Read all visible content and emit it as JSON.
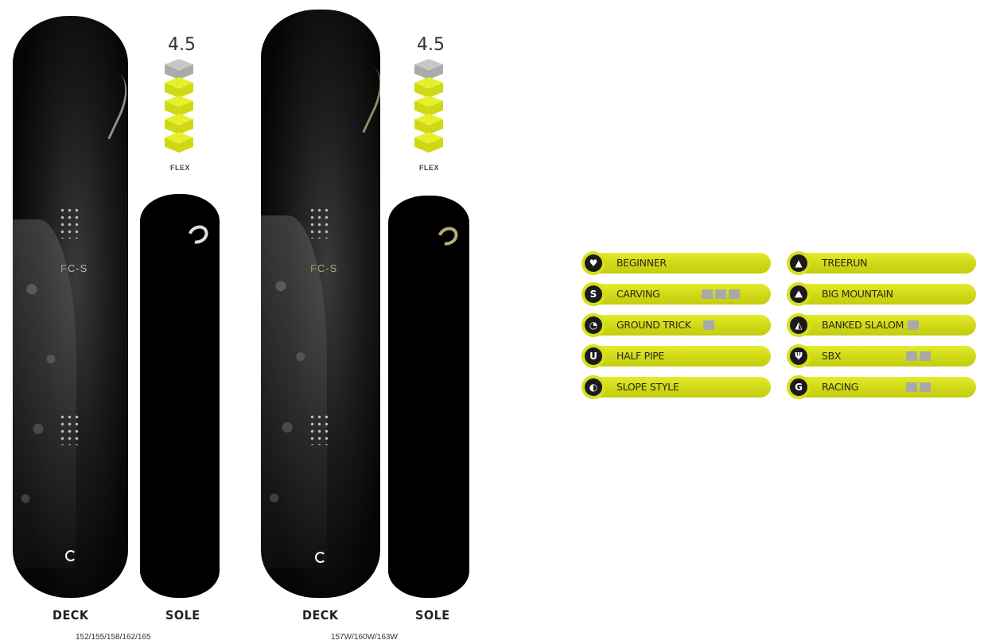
{
  "boards": [
    {
      "model_text": "FC-S",
      "flex": {
        "value": "4.5",
        "label": "FLEX",
        "level": 4.5,
        "max": 5
      },
      "deck_label": "DECK",
      "sole_label": "SOLE",
      "sizes": "152/155/158/162/165",
      "accent_color": "#cfcfcf"
    },
    {
      "model_text": "FC-S",
      "flex": {
        "value": "4.5",
        "label": "FLEX",
        "level": 4.5,
        "max": 5
      },
      "deck_label": "DECK",
      "sole_label": "SOLE",
      "sizes": "157W/160W/163W",
      "accent_color": "#b9ad78"
    }
  ],
  "use_chart": {
    "accent_color": "#d6df1a",
    "left": [
      {
        "label": "BEGINNER",
        "icon": "beginner-icon",
        "rating": 0
      },
      {
        "label": "CARVING",
        "icon": "carving-icon",
        "rating": 3
      },
      {
        "label": "GROUND TRICK",
        "icon": "ground-trick-icon",
        "rating": 1
      },
      {
        "label": "HALF PIPE",
        "icon": "half-pipe-icon",
        "rating": 0
      },
      {
        "label": "SLOPE STYLE",
        "icon": "slope-style-icon",
        "rating": 0
      }
    ],
    "right": [
      {
        "label": "TREERUN",
        "icon": "treerun-icon",
        "rating": 0
      },
      {
        "label": "BIG MOUNTAIN",
        "icon": "big-mountain-icon",
        "rating": 0
      },
      {
        "label": "BANKED SLALOM",
        "icon": "banked-slalom-icon",
        "rating": 1
      },
      {
        "label": "SBX",
        "icon": "sbx-icon",
        "rating": 2
      },
      {
        "label": "RACING",
        "icon": "racing-icon",
        "rating": 2
      }
    ]
  }
}
